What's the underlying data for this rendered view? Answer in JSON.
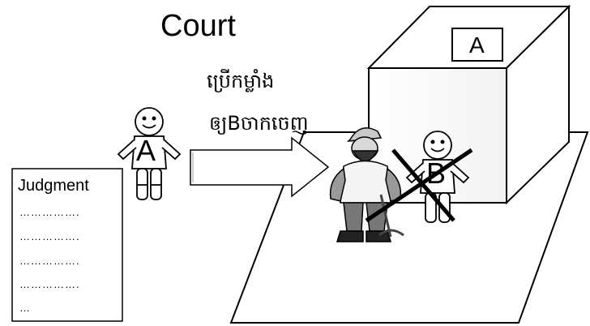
{
  "title": "Court",
  "arrow_text": {
    "line1": "ប្រើកម្លាំង",
    "line2": "ឲ្យBចាកចេញ"
  },
  "building_label": "A",
  "person_a_label": "A",
  "person_b_label": "B",
  "judgment": {
    "title": "Judgment",
    "lines": [
      "…………….",
      "…………….",
      "…………….",
      "…………….",
      "…"
    ]
  }
}
